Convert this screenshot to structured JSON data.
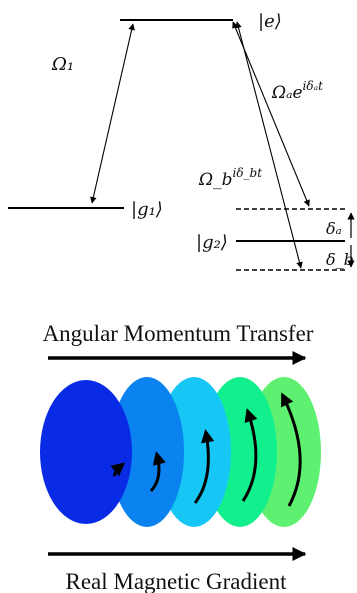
{
  "levels": {
    "excited": "|e⟩",
    "ground_1": "|g₁⟩",
    "ground_2": "|g₂⟩"
  },
  "couplings": {
    "omega_1": "Ω₁",
    "omega_a_base": "Ωₐe",
    "omega_a_exp": "iδₐt",
    "omega_b_base": "Ω_b",
    "omega_b_exp": "iδ_bt"
  },
  "detunings": {
    "delta_a": "δₐ",
    "delta_b": "δ_b"
  },
  "top_label": "Angular Momentum Transfer",
  "bottom_label": "Real Magnetic Gradient",
  "colors": {
    "disk_1": "#0a2be6",
    "disk_2": "#0a82f0",
    "disk_3": "#16c6f4",
    "disk_4": "#12f08e",
    "disk_5": "#5ef070",
    "line": "#000000"
  }
}
